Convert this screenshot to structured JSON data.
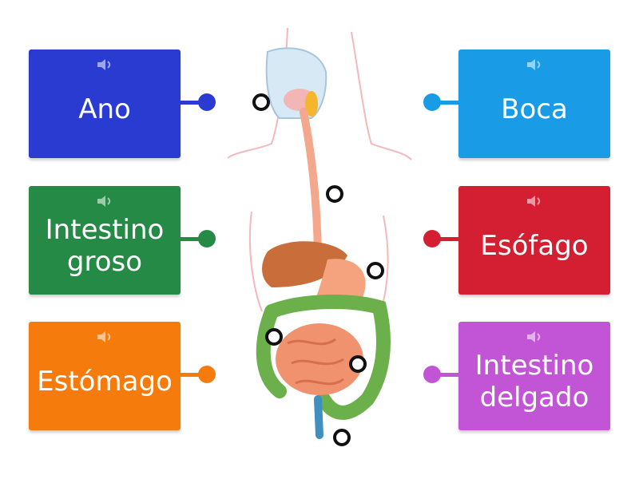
{
  "cards": [
    {
      "id": "ano",
      "label": "Ano",
      "color": "#2a3bd1",
      "side": "left"
    },
    {
      "id": "intestino-grosso",
      "label": "Intestino\ngroso",
      "color": "#258a45",
      "side": "left"
    },
    {
      "id": "estomago",
      "label": "Estómago",
      "color": "#f57b0d",
      "side": "left"
    },
    {
      "id": "boca",
      "label": "Boca",
      "color": "#1a9be6",
      "side": "right"
    },
    {
      "id": "esofago",
      "label": "Esófago",
      "color": "#d41f33",
      "side": "right"
    },
    {
      "id": "intestino-delgado",
      "label": "Intestino\ndelgado",
      "color": "#c255d6",
      "side": "right"
    }
  ],
  "icons": {
    "speaker": "speaker-icon",
    "drop_target": "circle-outline-icon"
  }
}
